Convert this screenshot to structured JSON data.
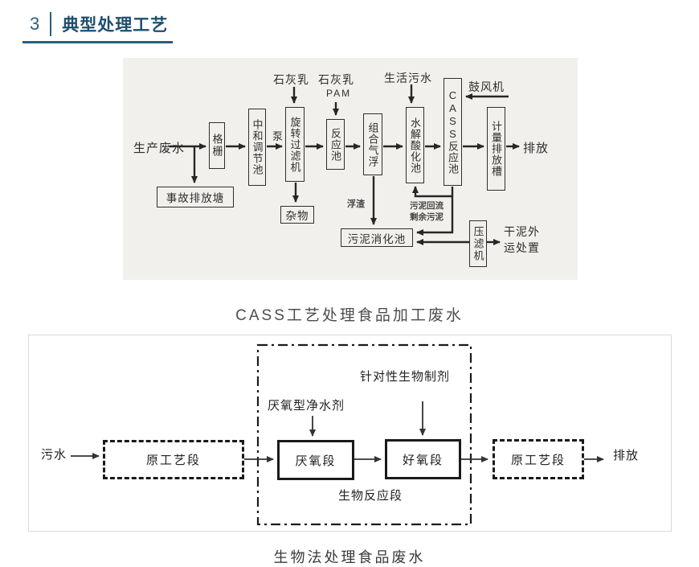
{
  "header": {
    "number": "3",
    "title": "典型处理工艺"
  },
  "colors": {
    "accent": "#2a5d7c",
    "panel1_bg": "#f2f0ed",
    "line": "#262626"
  },
  "diagram1": {
    "caption": "CASS工艺处理食品加工废水",
    "labels": {
      "source": "生产废水",
      "grid": "格栅",
      "pump": "泵",
      "neutralization": "中和调节池",
      "rotary_filter": "旋转过滤机",
      "reaction_tank": "反应池",
      "air_flotation": "组合气浮",
      "hydrolysis": "水解酸化池",
      "cass_tank": "CASS反应池",
      "metering_tank": "计量排放槽",
      "discharge": "排放",
      "accident_pond": "事故排放塘",
      "debris": "杂物",
      "lime_1": "石灰乳",
      "lime_2": "石灰乳",
      "pam": "PAM",
      "domestic_sewage": "生活污水",
      "blower": "鼓风机",
      "scum": "浮渣",
      "sludge_return": "污泥回流",
      "excess_sludge": "剩余污泥",
      "sludge_digestion": "污泥消化池",
      "filter_press": "压滤机",
      "dry_sludge_line1": "干泥外",
      "dry_sludge_line2": "运处置"
    }
  },
  "diagram2": {
    "caption": "生物法处理食品废水",
    "labels": {
      "influent": "污水",
      "original_stage_1": "原工艺段",
      "anaerobic_agent": "厌氧型净水剂",
      "targeted_agent": "针对性生物制剂",
      "anaerobic_stage": "厌氧段",
      "aerobic_stage": "好氧段",
      "bio_reaction_section": "生物反应段",
      "original_stage_2": "原工艺段",
      "discharge": "排放"
    }
  }
}
